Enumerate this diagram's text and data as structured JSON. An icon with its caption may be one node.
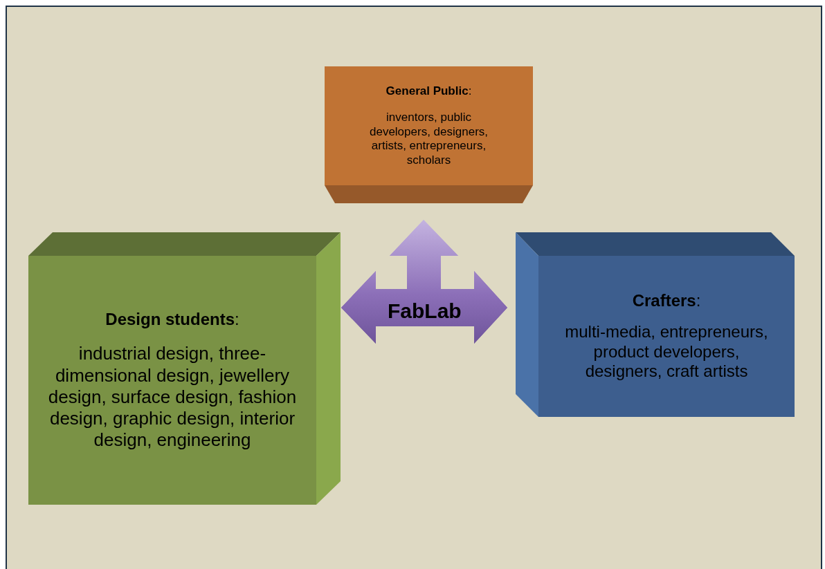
{
  "diagram": {
    "nodes": [
      {
        "text": [
          "**General Public**:",
          "inventors, public developers, designers, artists, entrepreneurs, scholars"
        ]
      },
      {
        "text": [
          "**Design students**:",
          "industrial design, three-dimensional design, jewellery design, surface design, fashion design, graphic design, interior design, engineering"
        ]
      },
      {
        "text": [
          "**Crafters**:",
          "multi-media, entrepreneurs, product developers, designers, craft artists"
        ]
      }
    ],
    "edges": [
      {
        "from": 1,
        "to": 2,
        "arrow": "both",
        "label": "FabLab"
      },
      {
        "from": 1,
        "to": 0,
        "arrow": "both"
      },
      {
        "from": 2,
        "to": 0,
        "arrow": "both"
      }
    ]
  }
}
